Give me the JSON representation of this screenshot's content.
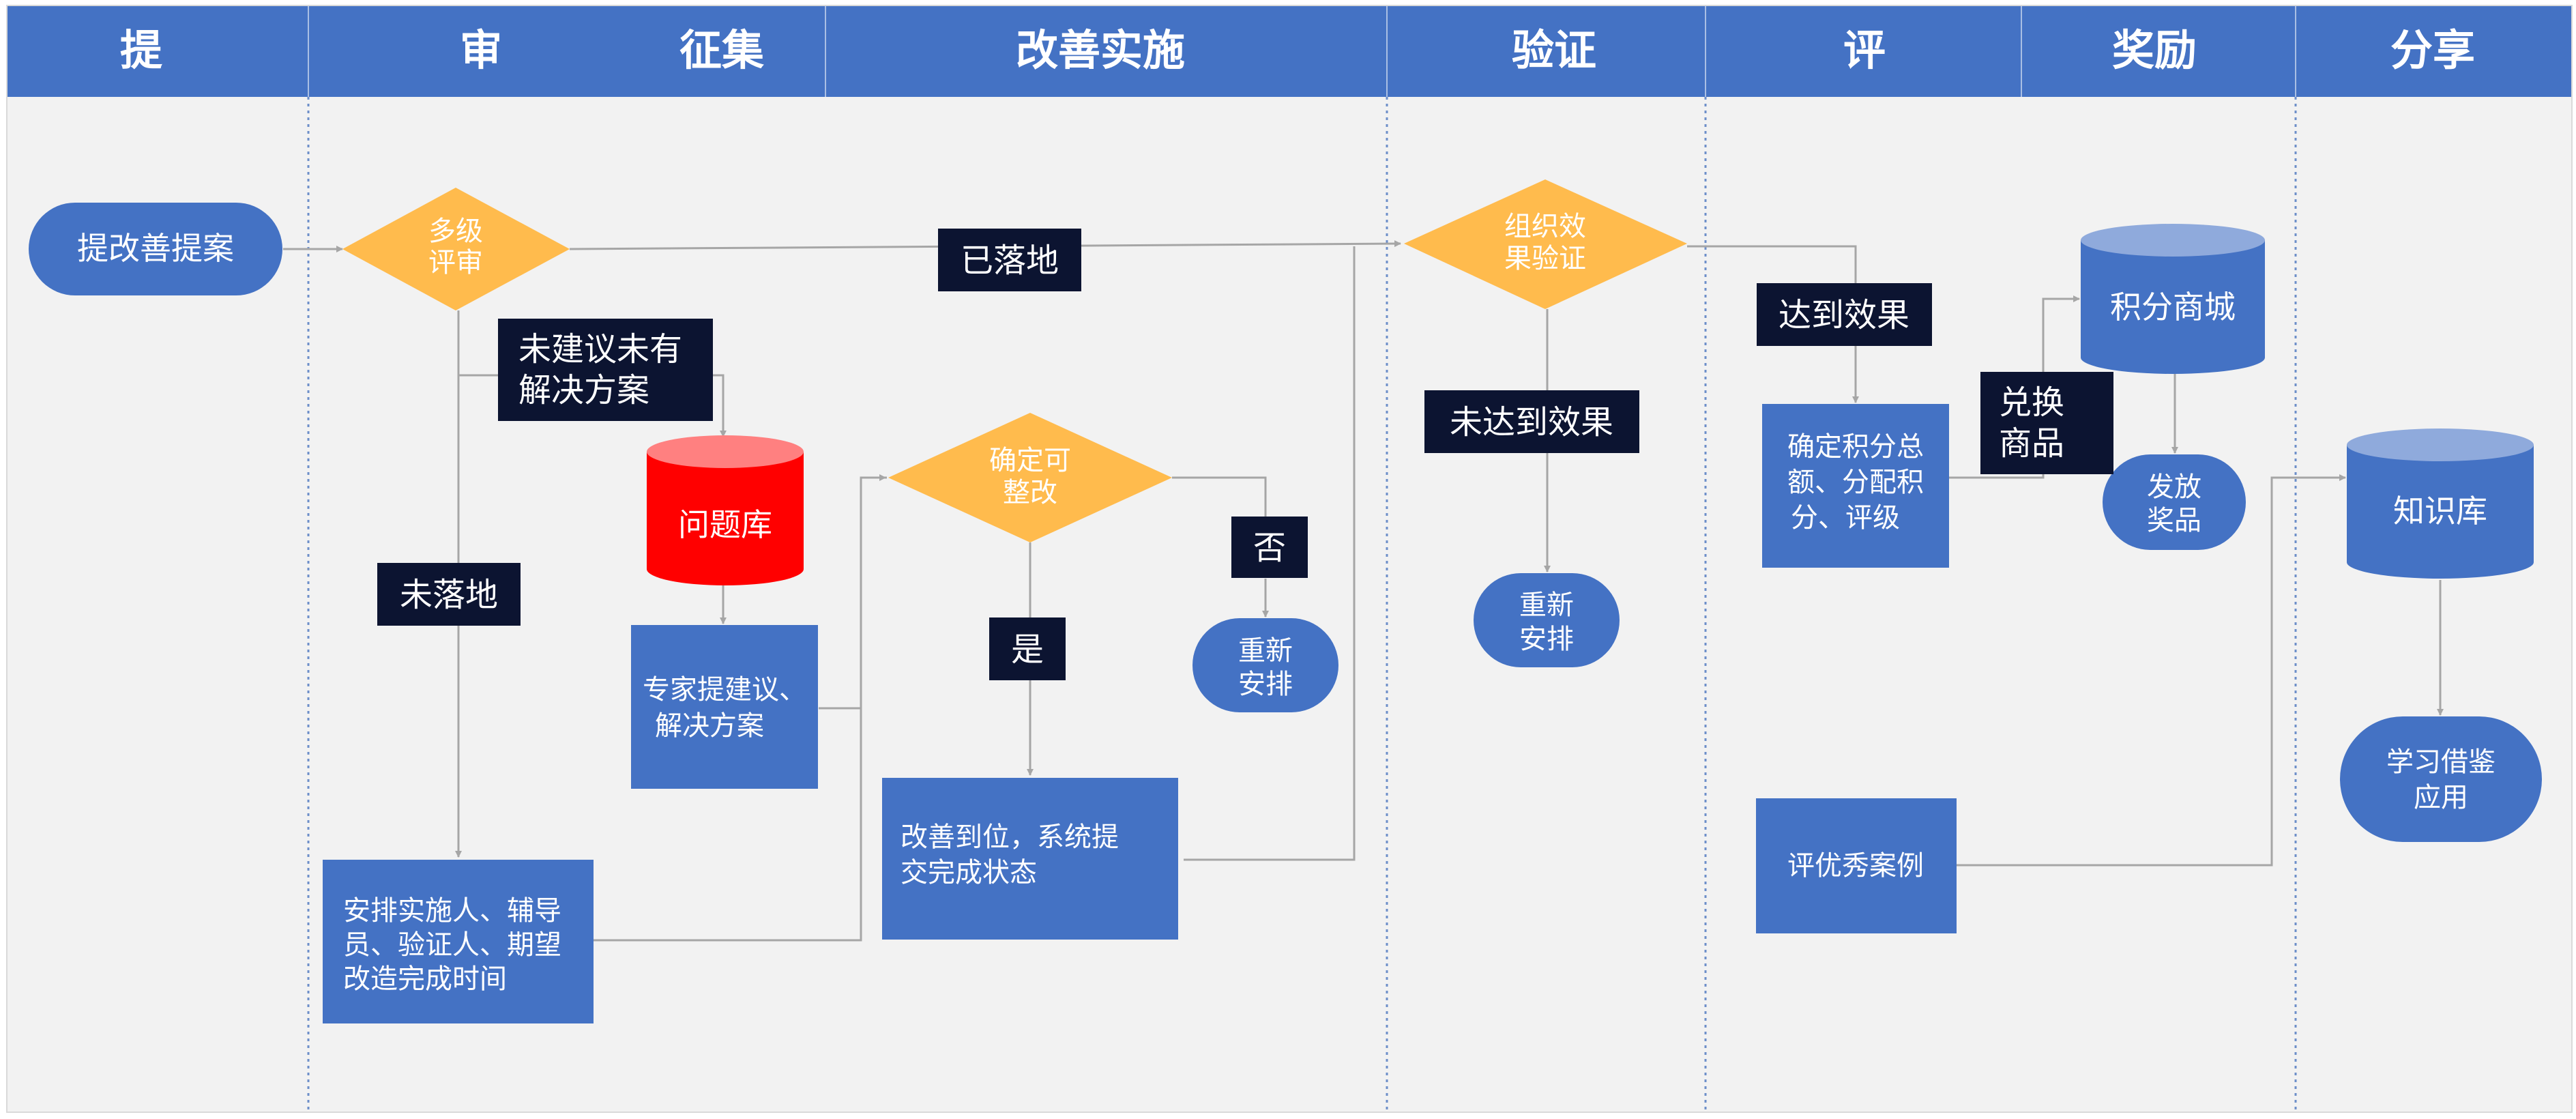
{
  "header": {
    "phases": [
      "提",
      "审",
      "征集",
      "改善实施",
      "验证",
      "评",
      "奖励",
      "分享"
    ]
  },
  "nodes": {
    "submit_proposal": "提改善提案",
    "multi_review": [
      "多级",
      "评审"
    ],
    "problem_library": "问题库",
    "expert_advice": [
      "专家提建议、",
      "解决方案"
    ],
    "assign_people": [
      "安排实施人、辅导",
      "员、验证人、期望",
      "改造完成时间"
    ],
    "confirm_fixable": [
      "确定可",
      "整改"
    ],
    "rearrange_1": [
      "重新",
      "安排"
    ],
    "improve_done": [
      "改善到位，系统提",
      "交完成状态"
    ],
    "org_verify": [
      "组织效",
      "果验证"
    ],
    "rearrange_2": [
      "重新",
      "安排"
    ],
    "confirm_points": [
      "确定积分总",
      "额、分配积",
      "分、评级"
    ],
    "points_mall": "积分商城",
    "issue_prize": [
      "发放",
      "奖品"
    ],
    "excellent_case": "评优秀案例",
    "knowledge_base": "知识库",
    "learn_apply": [
      "学习借鉴",
      "应用"
    ]
  },
  "labels": {
    "landed": "已落地",
    "no_suggestion": [
      "未建议未有",
      "解决方案"
    ],
    "not_landed": "未落地",
    "yes": "是",
    "no": "否",
    "not_effective": "未达到效果",
    "effective": "达到效果",
    "exchange": [
      "兑换",
      "商品"
    ]
  },
  "colors": {
    "header": "#4472c4",
    "lane_bg": "#f2f2f2",
    "process": "#4472c4",
    "decision": "#ffbb4d",
    "problem_db": "#ff0000",
    "label_bg": "#0c1431",
    "connector": "#a6a6a6"
  }
}
